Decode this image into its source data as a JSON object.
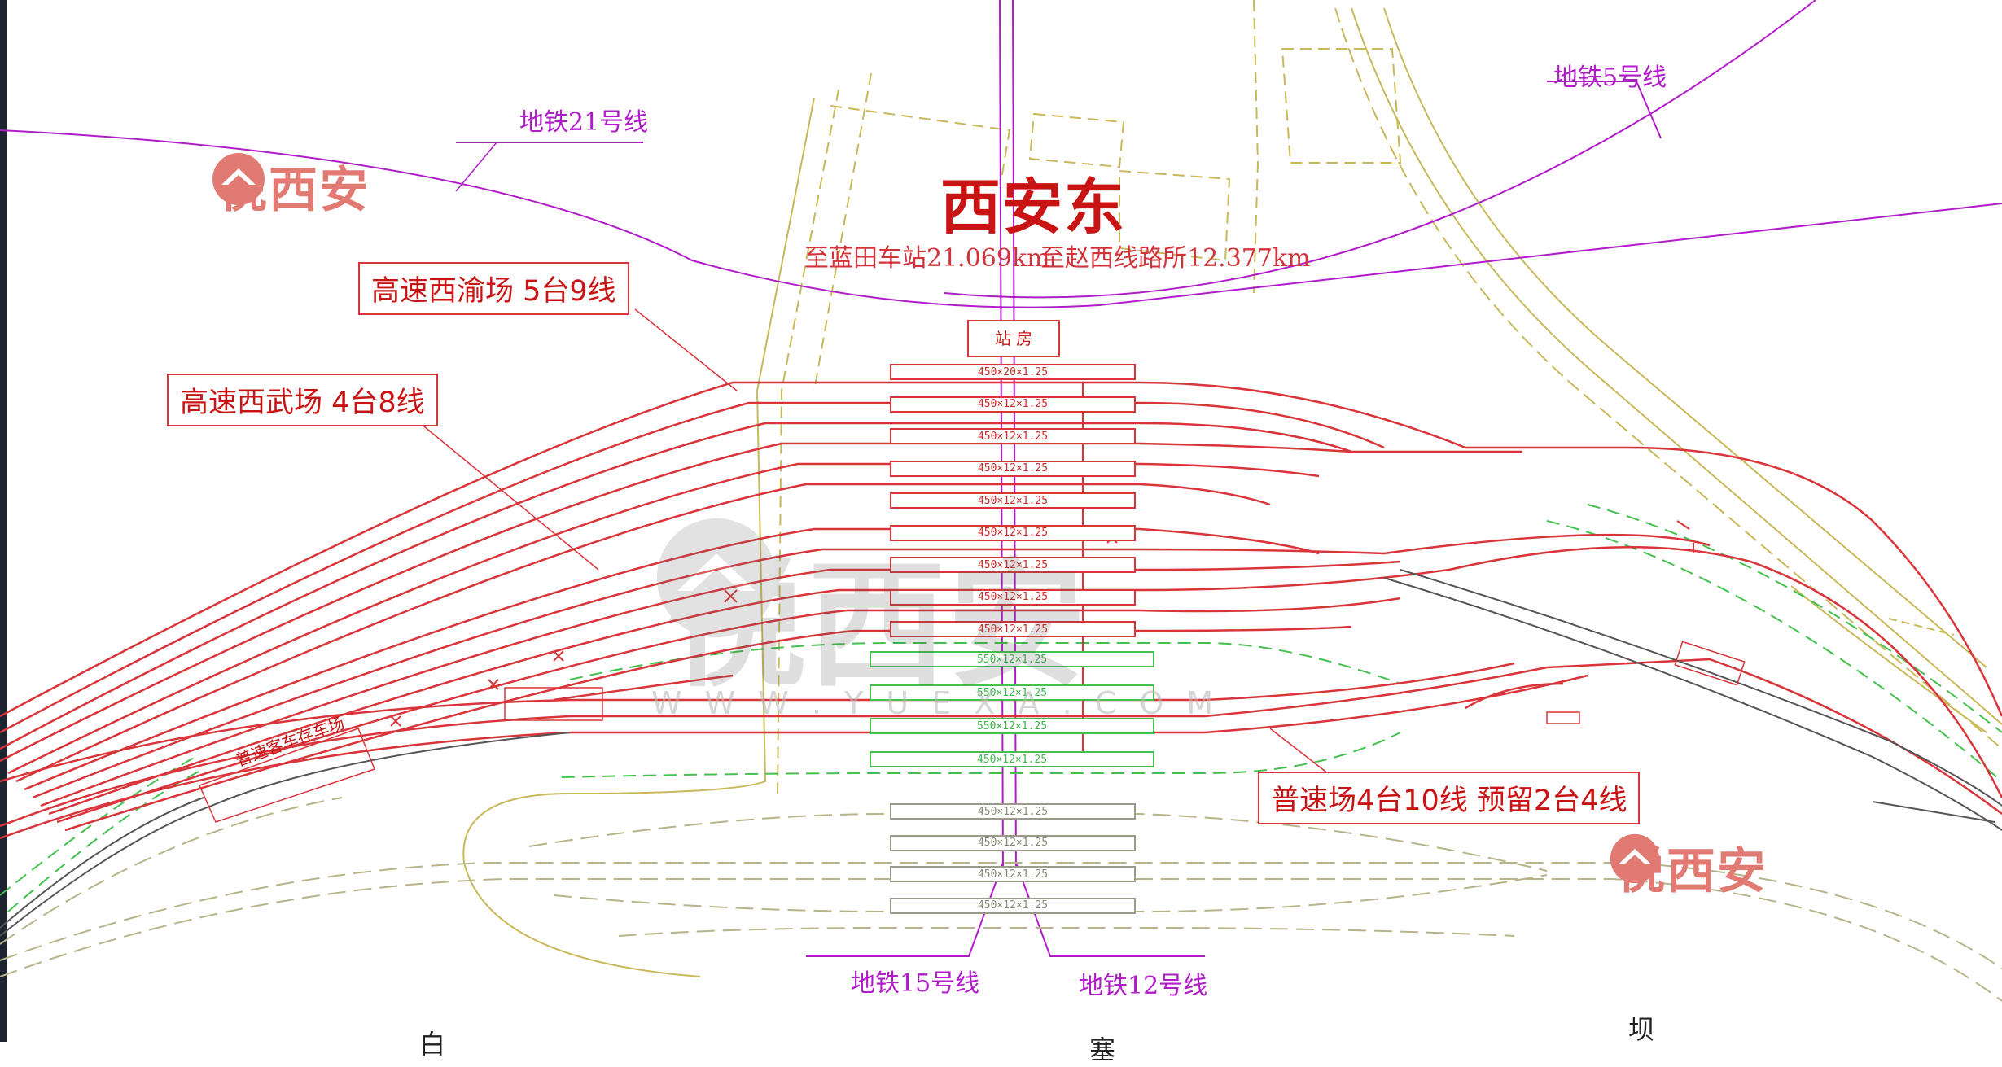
{
  "station": {
    "title": "西安东",
    "dist_left": "至蓝田车站21.069km",
    "dist_right": "至赵西线路所12.377km",
    "station_house": "站 房"
  },
  "labels": {
    "xiyu": "高速西渝场  5台9线",
    "xiwu": "高速西武场  4台8线",
    "pusu": "普速场4台10线  预留2台4线",
    "car_depot": "普速客车存车场"
  },
  "metro": {
    "line21": "地铁21号线",
    "line5": "地铁5号线",
    "line15": "地铁15号线",
    "line12": "地铁12号线"
  },
  "platforms": {
    "red": [
      "450×20×1.25",
      "450×12×1.25",
      "450×12×1.25",
      "450×12×1.25",
      "450×12×1.25",
      "450×12×1.25",
      "450×12×1.25",
      "450×12×1.25",
      "450×12×1.25"
    ],
    "green": [
      "550×12×1.25",
      "550×12×1.25",
      "550×12×1.25",
      "450×12×1.25"
    ],
    "grey": [
      "450×12×1.25",
      "450×12×1.25",
      "450×12×1.25",
      "450×12×1.25"
    ]
  },
  "watermark": {
    "brand": "悦西安",
    "url": "W W W . Y U E X A . C O M"
  },
  "bottom_chars": [
    "白",
    "塞",
    "坝"
  ],
  "colors": {
    "track_red": "#d8343a",
    "metro_purple": "#b01cc8",
    "reserved_green": "#44c04e",
    "road_khaki": "#c9b85a",
    "brand_pink": "#e27a74"
  }
}
